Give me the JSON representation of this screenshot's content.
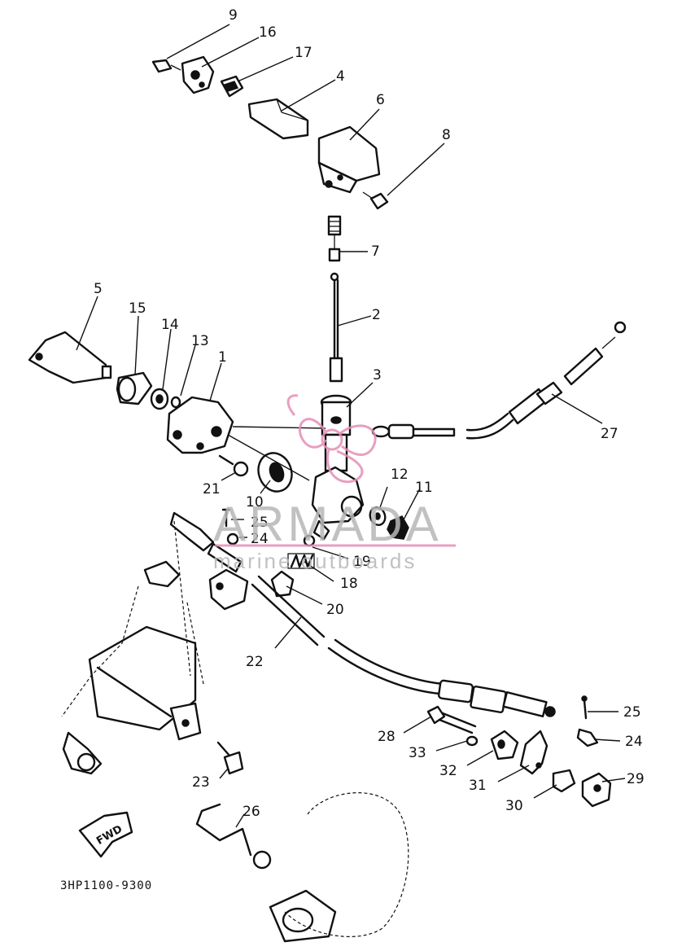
{
  "watermark": {
    "brand": "ARMADA",
    "tagline": "marine outboards",
    "logo_color": "#e58fb6",
    "text_color": "#b7b7b7"
  },
  "diagram": {
    "reference_code": "3HP1100-9300",
    "direction_label": "FWD",
    "callouts": [
      {
        "id": "c1",
        "label": "1"
      },
      {
        "id": "c2",
        "label": "2"
      },
      {
        "id": "c3",
        "label": "3"
      },
      {
        "id": "c4",
        "label": "4"
      },
      {
        "id": "c5",
        "label": "5"
      },
      {
        "id": "c6",
        "label": "6"
      },
      {
        "id": "c7",
        "label": "7"
      },
      {
        "id": "c8",
        "label": "8"
      },
      {
        "id": "c9",
        "label": "9"
      },
      {
        "id": "c10",
        "label": "10"
      },
      {
        "id": "c11",
        "label": "11"
      },
      {
        "id": "c12",
        "label": "12"
      },
      {
        "id": "c13",
        "label": "13"
      },
      {
        "id": "c14",
        "label": "14"
      },
      {
        "id": "c15",
        "label": "15"
      },
      {
        "id": "c16",
        "label": "16"
      },
      {
        "id": "c17",
        "label": "17"
      },
      {
        "id": "c18",
        "label": "18"
      },
      {
        "id": "c19",
        "label": "19"
      },
      {
        "id": "c20",
        "label": "20"
      },
      {
        "id": "c21",
        "label": "21"
      },
      {
        "id": "c22",
        "label": "22"
      },
      {
        "id": "c23",
        "label": "23"
      },
      {
        "id": "c24a",
        "label": "24"
      },
      {
        "id": "c24b",
        "label": "24"
      },
      {
        "id": "c25a",
        "label": "25"
      },
      {
        "id": "c25b",
        "label": "25"
      },
      {
        "id": "c26",
        "label": "26"
      },
      {
        "id": "c27",
        "label": "27"
      },
      {
        "id": "c28",
        "label": "28"
      },
      {
        "id": "c29",
        "label": "29"
      },
      {
        "id": "c30",
        "label": "30"
      },
      {
        "id": "c31",
        "label": "31"
      },
      {
        "id": "c32",
        "label": "32"
      },
      {
        "id": "c33",
        "label": "33"
      }
    ]
  }
}
